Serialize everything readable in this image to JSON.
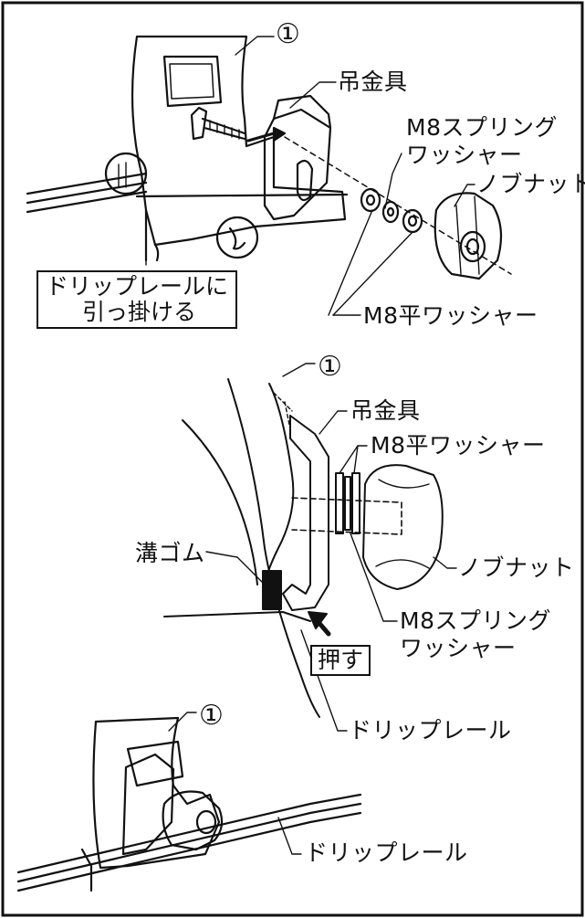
{
  "diagram": {
    "part_number_label": "①",
    "top": {
      "hook_bracket": "吊金具",
      "spring_washer_line1": "M8スプリング",
      "spring_washer_line2": "ワッシャー",
      "knob_nut": "ノブナット",
      "flat_washer": "M8平ワッシャー",
      "instruction_line1": "ドリップレールに",
      "instruction_line2": "引っ掛ける"
    },
    "middle": {
      "hook_bracket": "吊金具",
      "flat_washer": "M8平ワッシャー",
      "groove_rubber": "溝ゴム",
      "knob_nut": "ノブナット",
      "spring_washer_line1": "M8スプリング",
      "spring_washer_line2": "ワッシャー",
      "push": "押す",
      "drip_rail": "ドリップレール"
    },
    "bottom": {
      "drip_rail": "ドリップレール"
    }
  }
}
